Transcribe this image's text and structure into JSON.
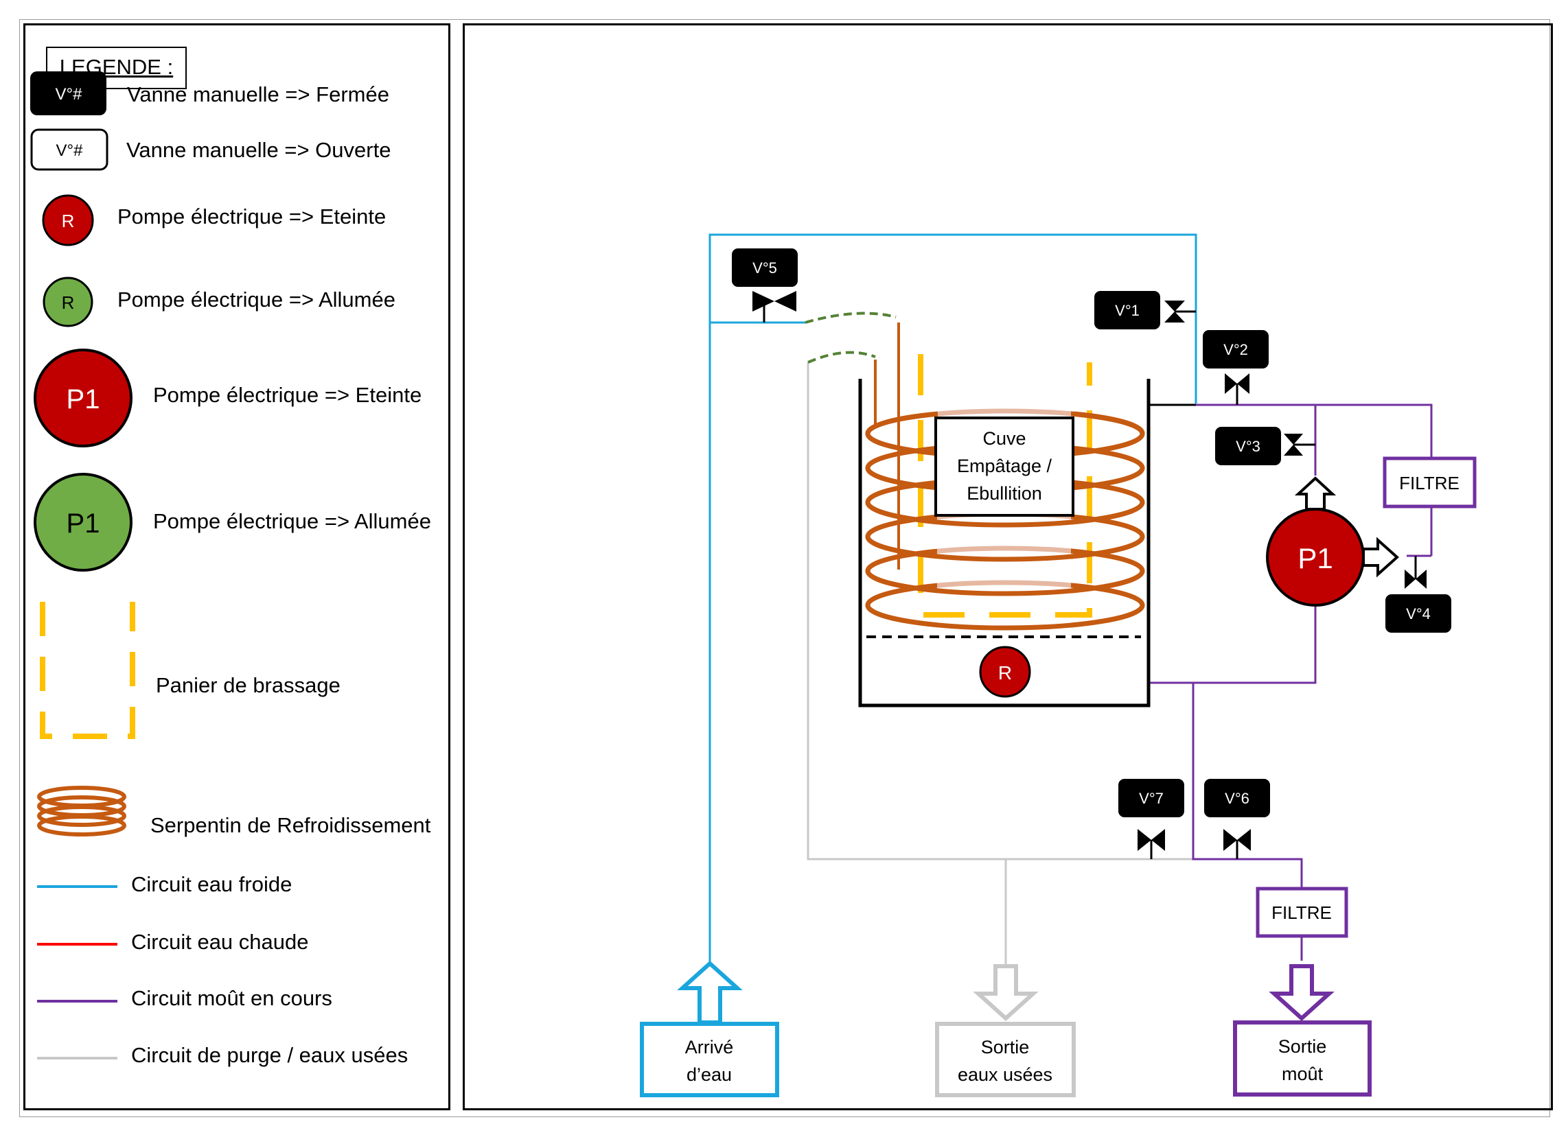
{
  "legend": {
    "title": "LEGENDE :",
    "valve_symbol": "V°#",
    "pump_symbol_small": "R",
    "pump_symbol_large": "P1",
    "items": {
      "valve_closed": "Vanne manuelle => Fermée",
      "valve_open": "Vanne manuelle => Ouverte",
      "pump_r_off": "Pompe électrique => Eteinte",
      "pump_r_on": "Pompe électrique => Allumée",
      "pump_p1_off": "Pompe électrique => Eteinte",
      "pump_p1_on": "Pompe électrique => Allumée",
      "basket": "Panier de brassage",
      "coil": "Serpentin de Refroidissement",
      "cold_water": "Circuit eau froide",
      "hot_water": "Circuit eau chaude",
      "wort": "Circuit moût en cours",
      "purge": "Circuit de purge / eaux usées"
    }
  },
  "diagram": {
    "tank_label": [
      "Cuve",
      "Empâtage /",
      "Ebullition"
    ],
    "valves": {
      "v1": "V°1",
      "v2": "V°2",
      "v3": "V°3",
      "v4": "V°4",
      "v5": "V°5",
      "v6": "V°6",
      "v7": "V°7"
    },
    "filter_label": "FILTRE",
    "pump_main": "P1",
    "pump_heater": "R",
    "inlet": [
      "Arrivé",
      "d’eau"
    ],
    "waste_outlet": [
      "Sortie",
      "eaux usées"
    ],
    "wort_outlet": [
      "Sortie",
      "moût"
    ]
  },
  "colors": {
    "cold_water": "#1aa6dd",
    "hot_water": "#ff0000",
    "wort": "#7030a0",
    "purge": "#c8c8c8",
    "coil": "#c55a11",
    "basket": "#ffc000",
    "pump_off": "#c00000",
    "pump_on": "#70ad47",
    "valve_closed": "#000000"
  }
}
